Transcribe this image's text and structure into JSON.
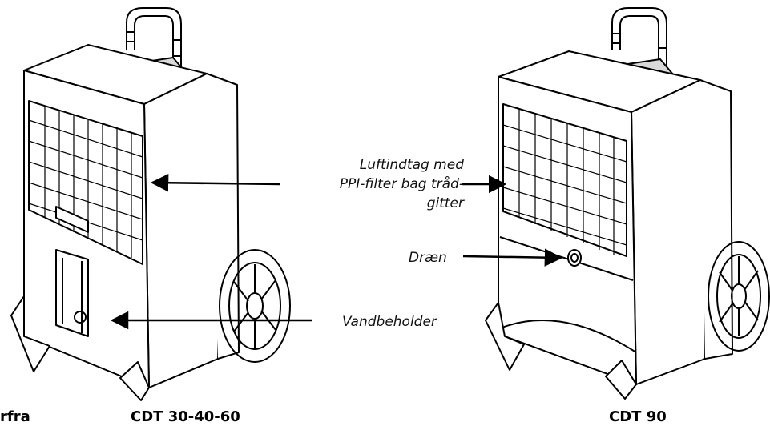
{
  "labels": {
    "air_intake_line1": "Luftindtag med",
    "air_intake_line2": "PPI-filter bag tråd-",
    "air_intake_line3": "gitter",
    "drain": "Dræn",
    "water_tank": "Vandbeholder"
  },
  "captions": {
    "left_cut": "rfra",
    "left_model": "CDT 30-40-60",
    "right_model": "CDT 90"
  },
  "colors": {
    "line": "#000000",
    "background": "#ffffff"
  }
}
